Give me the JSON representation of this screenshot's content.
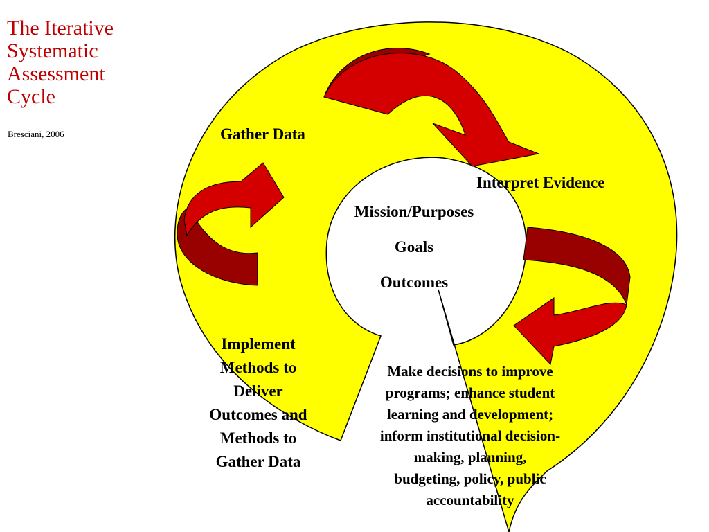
{
  "title": {
    "lines": [
      "The Iterative",
      "Systematic",
      "Assessment",
      "Cycle"
    ],
    "credit": "Bresciani, 2006"
  },
  "labels": {
    "gather_data": "Gather Data",
    "interpret_evidence": "Interpret Evidence",
    "center": [
      "Mission/Purposes",
      "Goals",
      "Outcomes"
    ],
    "implement": [
      "Implement",
      "Methods to",
      "Deliver",
      "Outcomes and",
      "Methods to",
      "Gather Data"
    ],
    "decisions": [
      "Make decisions to improve",
      "programs; enhance student",
      "learning and development;",
      "inform institutional decision-",
      "making, planning,",
      "budgeting, policy, public",
      "accountability"
    ]
  },
  "colors": {
    "title": "#c00000",
    "disc_fill": "#ffff00",
    "outline": "#000000",
    "arrow_front": "#d40000",
    "arrow_back": "#990000",
    "center_fill": "#ffffff"
  }
}
